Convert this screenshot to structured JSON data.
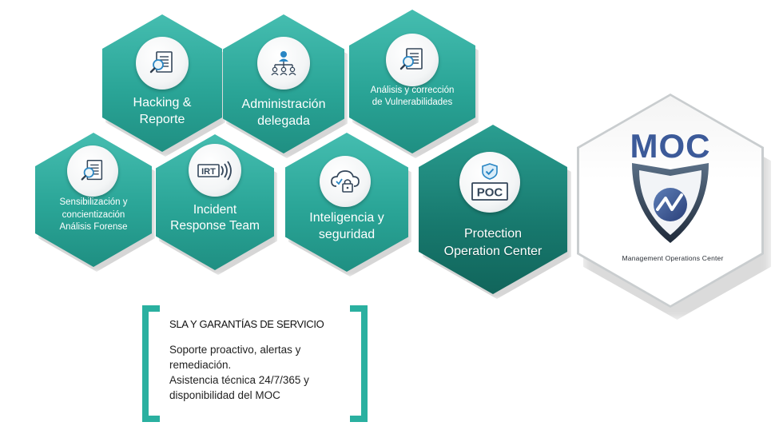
{
  "hexagons": {
    "hacking": {
      "label": "Hacking &\nReporte",
      "icon": "report-search-icon"
    },
    "administracion": {
      "label": "Administración\ndelegada",
      "icon": "org-chart-icon"
    },
    "vulnerabilidades": {
      "label": "Análisis y corrección\nde Vulnerabilidades",
      "icon": "report-search-icon"
    },
    "sensibilizacion": {
      "label": "Sensibilización y\nconcientización\nAnálisis Forense",
      "icon": "report-search-icon"
    },
    "irt": {
      "label": "Incident\nResponse Team",
      "icon": "irt-icon",
      "badge": "IRT"
    },
    "inteligencia": {
      "label": "Inteligencia y\nseguridad",
      "icon": "cloud-lock-icon"
    },
    "poc": {
      "label": "Protection\nOperation Center",
      "icon": "poc-shield-icon",
      "badge": "POC"
    }
  },
  "moc": {
    "logo_text": "MOC",
    "tagline": "Management Operations Center",
    "icon": "moc-shield-icon"
  },
  "sla": {
    "title": "SLA Y GARANTÍAS DE SERVICIO",
    "body": "Soporte proactivo, alertas y\nremediación.\nAsistencia técnica 24/7/365 y\ndisponibilidad del MOC"
  },
  "colors": {
    "teal": "#2aa597",
    "teal_dark": "#17786d",
    "moc_blue": "#3c5a99",
    "bracket": "#2ab0a0"
  }
}
